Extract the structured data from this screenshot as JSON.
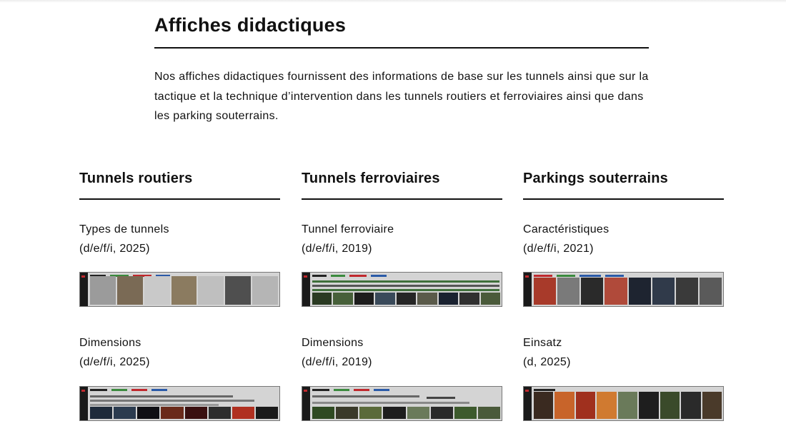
{
  "page": {
    "title": "Affiches didactiques",
    "intro": "Nos affiches didactiques fournissent des informations de base sur les tunnels ainsi que sur la tactique et la technique d’intervention dans les tunnels routiers et ferroviaires ainsi que dans les parking souterrains."
  },
  "columns": [
    {
      "heading": "Tunnels routiers",
      "items": [
        {
          "title": "Types de tunnels",
          "meta": "(d/e/f/i, 2025)"
        },
        {
          "title": "Dimensions",
          "meta": "(d/e/f/i, 2025)"
        }
      ]
    },
    {
      "heading": "Tunnels ferroviaires",
      "items": [
        {
          "title": "Tunnel ferroviaire",
          "meta": "(d/e/f/i, 2019)"
        },
        {
          "title": "Dimensions",
          "meta": "(d/e/f/i, 2019)"
        }
      ]
    },
    {
      "heading": "Parkings souterrains",
      "items": [
        {
          "title": "Caractéristiques",
          "meta": "(d/e/f/i, 2021)"
        },
        {
          "title": "Einsatz",
          "meta": "(d, 2025)"
        }
      ]
    }
  ],
  "colors": {
    "text": "#111111",
    "poster_accent_red": "#c0282d",
    "poster_accent_green": "#3b8a3e",
    "poster_accent_blue": "#2a5aa8"
  }
}
